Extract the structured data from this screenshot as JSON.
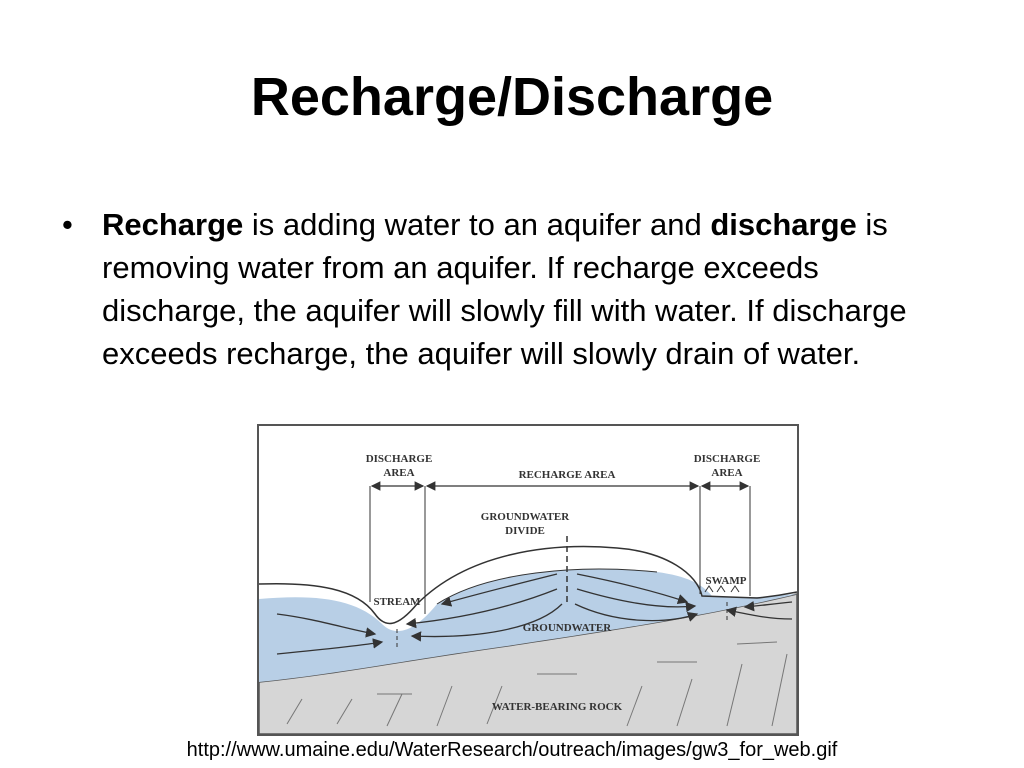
{
  "slide": {
    "title": "Recharge/Discharge",
    "bullet": {
      "marker": "•",
      "term_recharge": "Recharge",
      "text_after_recharge": " is adding water to an aquifer and ",
      "term_discharge": "discharge",
      "text_after_discharge": " is removing water from an aquifer. If recharge exceeds discharge, the aquifer will slowly fill with water. If discharge exceeds recharge, the aquifer will slowly drain of water."
    },
    "source_url": "http://www.umaine.edu/WaterResearch/outreach/images/gw3_for_web.gif"
  },
  "diagram": {
    "labels": {
      "discharge_left_line1": "DISCHARGE",
      "discharge_left_line2": "AREA",
      "recharge_area": "RECHARGE AREA",
      "discharge_right_line1": "DISCHARGE",
      "discharge_right_line2": "AREA",
      "divide_line1": "GROUNDWATER",
      "divide_line2": "DIVIDE",
      "stream": "STREAM",
      "swamp": "SWAMP",
      "groundwater": "GROUNDWATER",
      "water_bearing_rock": "WATER-BEARING ROCK"
    },
    "colors": {
      "water": "#b8cfe6",
      "rock": "#d6d6d6",
      "line": "#333333"
    }
  }
}
